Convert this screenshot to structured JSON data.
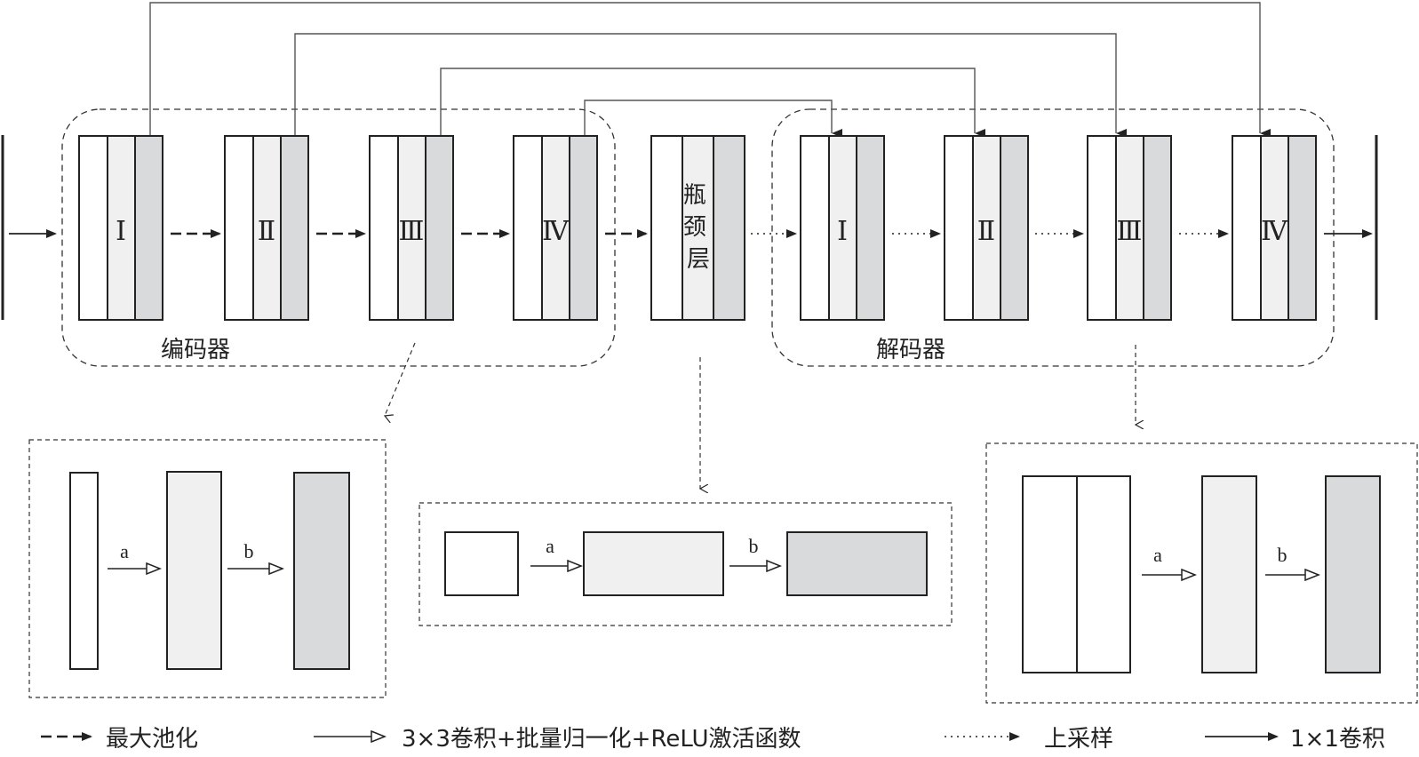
{
  "encoder": {
    "label": "编码器",
    "blocks": [
      "Ⅰ",
      "Ⅱ",
      "Ⅲ",
      "Ⅳ"
    ]
  },
  "bottleneck": {
    "label": "瓶颈层"
  },
  "decoder": {
    "label": "解码器",
    "blocks": [
      "Ⅰ",
      "Ⅱ",
      "Ⅲ",
      "Ⅳ"
    ]
  },
  "details": {
    "encoder_detail": {
      "step_a": "a",
      "step_b": "b"
    },
    "bottleneck_detail": {
      "step_a": "a",
      "step_b": "b"
    },
    "decoder_detail": {
      "step_a": "a",
      "step_b": "b"
    }
  },
  "legend": {
    "maxpool": "最大池化",
    "conv3": "3×3卷积+批量归一化+ReLU激活函数",
    "upsample": "上采样",
    "conv1": "1×1卷积"
  },
  "colors": {
    "white": "#ffffff",
    "light": "#f0f0f0",
    "mid": "#d9dadc",
    "stroke": "#222222"
  }
}
